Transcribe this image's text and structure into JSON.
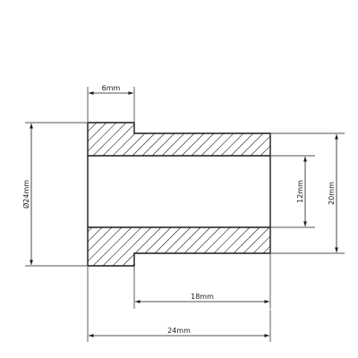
{
  "drawing": {
    "dimensions": {
      "flange_width": "6mm",
      "flange_diameter": "Ø24mm",
      "bore_diameter": "12mm",
      "body_diameter": "20mm",
      "body_length": "18mm",
      "overall_length": "24mm"
    },
    "colors": {
      "line": "#1a1a1a",
      "background": "#ffffff"
    }
  }
}
